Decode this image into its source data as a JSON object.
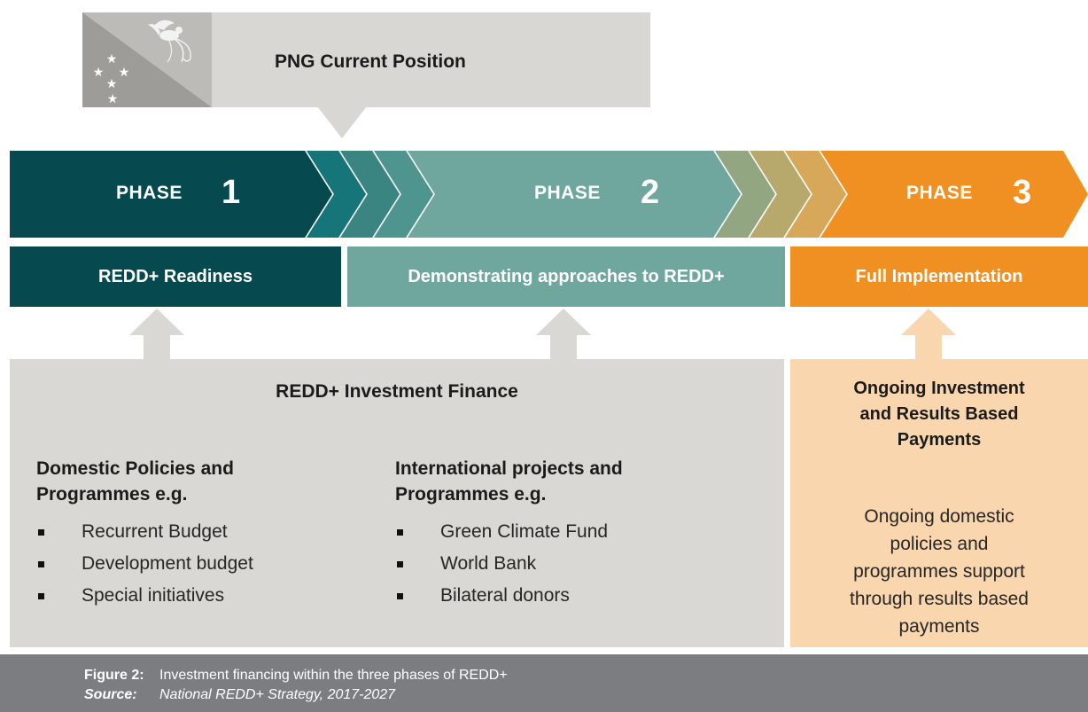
{
  "callout": {
    "title": "PNG Current Position"
  },
  "phases": [
    {
      "word": "PHASE",
      "number": "1",
      "label": "REDD+ Readiness",
      "color": "#064a4f"
    },
    {
      "word": "PHASE",
      "number": "2",
      "label": "Demonstrating approaches to REDD+",
      "color": "#6fa79e"
    },
    {
      "word": "PHASE",
      "number": "3",
      "label": "Full Implementation",
      "color": "#f08f22"
    }
  ],
  "finance": {
    "title": "REDD+ Investment Finance",
    "domestic": {
      "heading_line1": "Domestic Policies and",
      "heading_line2": "Programmes e.g.",
      "items": [
        "Recurrent Budget",
        "Development budget",
        "Special initiatives"
      ]
    },
    "international": {
      "heading_line1": "International projects and",
      "heading_line2": "Programmes e.g.",
      "items": [
        "Green Climate Fund",
        "World Bank",
        "Bilateral donors"
      ]
    }
  },
  "ongoing": {
    "title_line1": "Ongoing Investment",
    "title_line2": "and Results Based",
    "title_line3": "Payments",
    "text_line1": "Ongoing domestic",
    "text_line2": "policies and",
    "text_line3": "programmes support",
    "text_line4": "through results based",
    "text_line5": "payments"
  },
  "caption": {
    "figure_label": "Figure 2:",
    "figure_text": "Investment financing within the three phases of REDD+",
    "source_label": "Source:",
    "source_text": "National REDD+ Strategy, 2017-2027"
  },
  "colors": {
    "phase1_dark": "#064a4f",
    "phase2_teal": "#6fa79e",
    "phase3_orange": "#f08f22",
    "panel_grey": "#d9d8d5",
    "panel_peach": "#f9d6ad",
    "caption_grey": "#7c7d80"
  }
}
